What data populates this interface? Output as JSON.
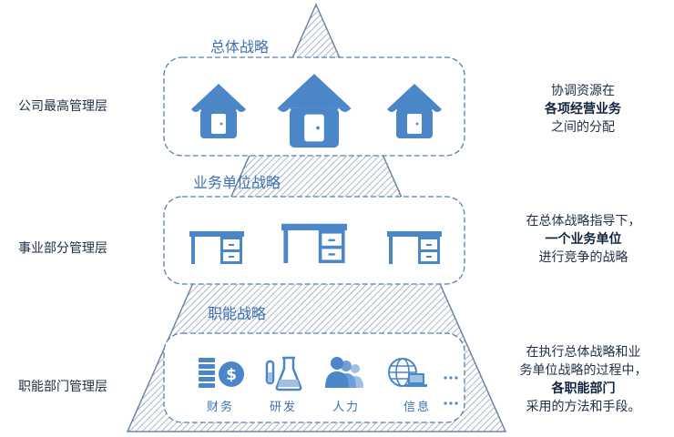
{
  "tiers": {
    "top": {
      "title": "总体战略",
      "level": "公司最高管理层"
    },
    "middle": {
      "title": "业务单位战略",
      "level": "事业部分管理层"
    },
    "bottom": {
      "title": "职能战略",
      "level": "职能部门管理层"
    }
  },
  "descriptions": {
    "top": {
      "line1": "协调资源在",
      "line2_bold": "各项经营业务",
      "line3": "之间的分配"
    },
    "middle": {
      "line1": "在总体战略指导下，",
      "line2_pre": "一个",
      "line2_bold": "业务单位",
      "line3": "进行竞争的战略"
    },
    "bottom": {
      "line1": "在执行总体战略和业",
      "line2": "务单位战略的过程中，",
      "line3_bold": "各职能部门",
      "line4": "采用的方法和手段。"
    }
  },
  "functions": [
    "财务",
    "研发",
    "人力",
    "信息"
  ],
  "ellipsis": "· · ·\n· · ·",
  "colors": {
    "accent": "#4a86c8",
    "accent_light": "#9fbfe3",
    "hatch": "#7a8da8",
    "dashed_border": "#5b7fae"
  }
}
